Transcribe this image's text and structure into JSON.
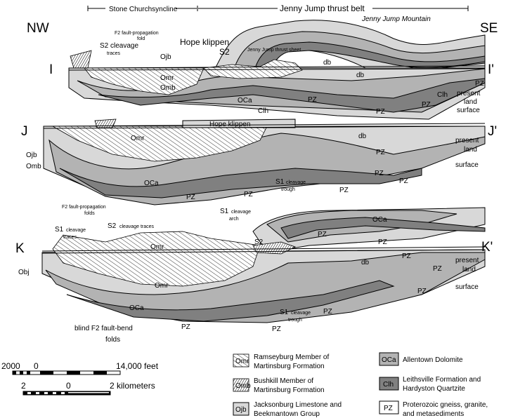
{
  "header": {
    "left_span": "Stone Churchsyncline",
    "right_span": "Jenny Jump thrust belt",
    "nw": "NW",
    "se": "SE"
  },
  "section_i": {
    "start": "I",
    "end": "I'",
    "labels": {
      "f2_a": "F2 fault-propagation",
      "f2_b": "fold",
      "s2_a": "S2 cleavage",
      "s2_b": "traces",
      "hope": "Hope klippen",
      "ojb": "Ojb",
      "s2": "S2",
      "jjts": "Jenny Jump thrust sheet",
      "jjm": "Jenny Jump Mountain",
      "db1": "db",
      "db2": "db",
      "omr": "Omr",
      "omb": "Omb",
      "oca": "OCa",
      "clh1": "Clh",
      "pz1": "PZ",
      "pz2": "PZ",
      "clh2": "Clh",
      "pz3": "PZ",
      "pz4": "PZ",
      "present": "present",
      "land": "land",
      "surface": "surface"
    }
  },
  "section_j": {
    "start": "J",
    "end": "J'",
    "labels": {
      "hope": "Hope klippen",
      "db": "db",
      "ojb": "Ojb",
      "omb": "Omb",
      "omr": "Omr",
      "oca": "OCa",
      "pz1": "PZ",
      "pz2": "PZ",
      "pz3": "PZ",
      "pz4": "PZ",
      "pz5": "PZ",
      "pz6": "PZ",
      "s1_a": "S1",
      "s1_b": "cleavage",
      "s1_c": "trough",
      "f2_a": "F2 fault-propagation",
      "f2_b": "folds",
      "present": "present",
      "land": "land",
      "surface": "surface"
    }
  },
  "section_k": {
    "start": "K",
    "end": "K'",
    "labels": {
      "s1arch_a": "S1",
      "s1arch_b": "cleavage",
      "s1arch_c": "arch",
      "oca1": "OCa",
      "s1t_a": "S1",
      "s1t_b": "cleavage",
      "s1t_c": "traces",
      "s2t_a": "S2",
      "s2t_b": "cleavage traces",
      "s2": "S2",
      "pz1": "PZ",
      "pz2": "PZ",
      "pz3": "PZ",
      "db": "db",
      "omr1": "Omr",
      "omr2": "Omr",
      "obj": "Obj",
      "oca2": "OCa",
      "pz4": "PZ",
      "pz5": "PZ",
      "pz6": "PZ",
      "pz7": "PZ",
      "pz8": "PZ",
      "s1tr_a": "S1",
      "s1tr_b": "cleavage",
      "s1tr_c": "trough",
      "blind_a": "blind F2 fault-bend",
      "blind_b": "folds",
      "present": "present",
      "land": "land",
      "surface": "surface"
    }
  },
  "scale": {
    "feet_left": "2000",
    "feet_zero": "0",
    "feet_right": "14,000 feet",
    "km_left": "2",
    "km_zero": "0",
    "km_right": "2 kilometers"
  },
  "legend": [
    {
      "code": "Omr",
      "line1": "Ramseyburg Member of",
      "line2": "Martinsburg Formation"
    },
    {
      "code": "Omb",
      "line1": "Bushkill Member of",
      "line2": "Martinsburg Formation"
    },
    {
      "code": "Ojb",
      "line1": "Jacksonburg Limestone and",
      "line2": "Beekmantown Group"
    },
    {
      "code": "OCa",
      "line1": "Allentown Dolomite",
      "line2": ""
    },
    {
      "code": "Clh",
      "line1": "Leithsville Formation and",
      "line2": "Hardyston Quartzite"
    },
    {
      "code": "PZ",
      "line1": "Proterozoic gneiss, granite,",
      "line2": "and metasediments"
    }
  ],
  "colors": {
    "ojb": "#d8d8d8",
    "oca": "#b3b3b3",
    "clh": "#808080",
    "pz": "#ffffff"
  }
}
